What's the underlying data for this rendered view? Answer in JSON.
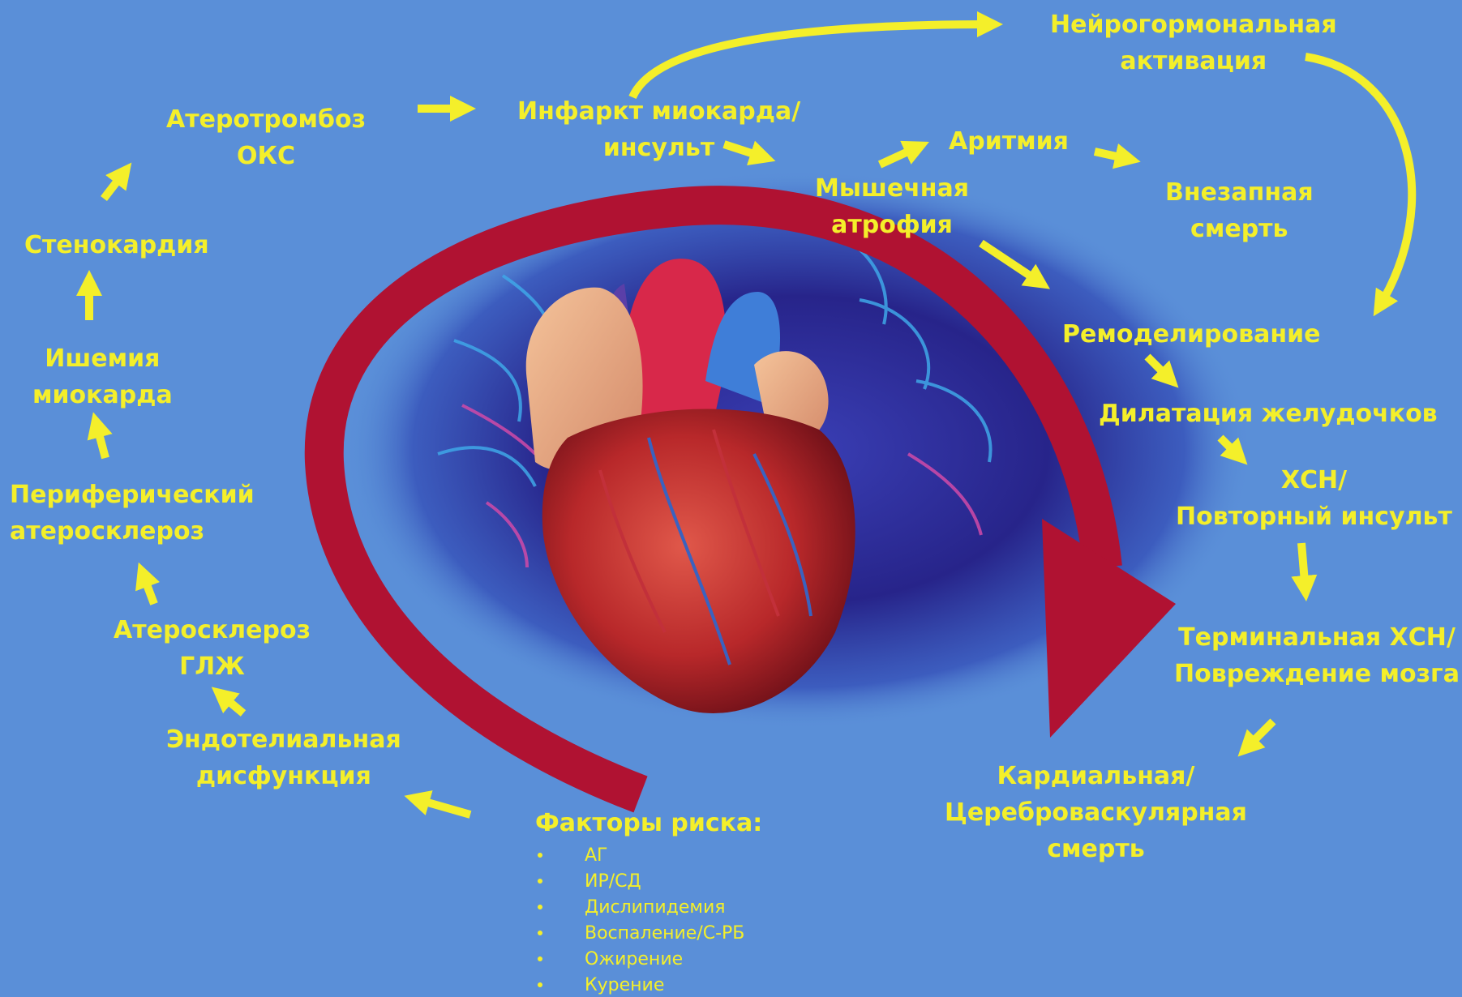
{
  "title": "",
  "colors": {
    "background": "#5a8fd8",
    "text": "#f4ef2a",
    "arrow": "#f4ef2a",
    "cycle_arrow": "#b01232"
  },
  "nodes": {
    "neurohormonal": [
      "Нейрогормональная",
      "активация"
    ],
    "atherothrombosis": [
      "Атеротромбоз",
      "ОКС"
    ],
    "infarction": [
      "Инфаркт миокарда/",
      "инсульт"
    ],
    "arrhythmia": [
      "Аритмия"
    ],
    "muscle_atrophy": [
      "Мышечная",
      "атрофия"
    ],
    "sudden_death": [
      "Внезапная",
      "смерть"
    ],
    "angina": [
      "Стенокардия"
    ],
    "remodeling": [
      "Ремоделирование"
    ],
    "ischemia": [
      "Ишемия",
      "миокарда"
    ],
    "ventricular_dilation": [
      "Дилатация желудочков"
    ],
    "peripheral_atherosclerosis": [
      "Периферический",
      "атеросклероз"
    ],
    "chf_stroke": [
      "ХСН/",
      "Повторный инсульт"
    ],
    "atherosclerosis_lvh": [
      "Атеросклероз",
      "ГЛЖ"
    ],
    "terminal_chf": [
      "Терминальная ХСН/",
      "Повреждение мозга"
    ],
    "endothelial": [
      "Эндотелиальная",
      "дисфункция"
    ],
    "death": [
      "Кардиальная/",
      "Цереброваскулярная",
      "смерть"
    ]
  },
  "risk_factors": {
    "title": "Факторы риска:",
    "items": [
      "АГ",
      "ИР/СД",
      "Дислипидемия",
      "Воспаление/С-РБ",
      "Ожирение",
      "Курение"
    ]
  }
}
